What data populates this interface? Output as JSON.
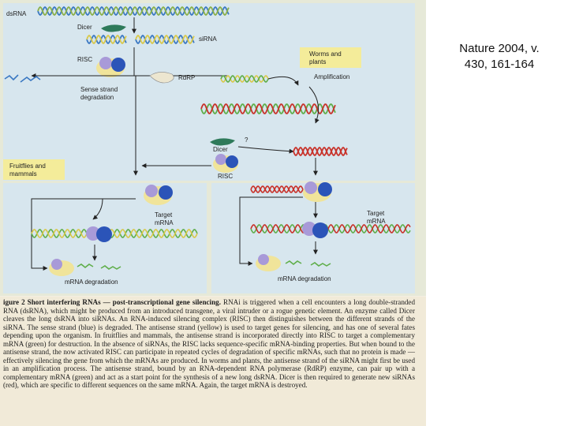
{
  "citation": {
    "line1": "Nature 2004, v.",
    "line2": "430, 161-164"
  },
  "diagram": {
    "labels": {
      "dsrna": "dsRNA",
      "dicer": "Dicer",
      "sirna": "siRNA",
      "risc": "RISC",
      "rdrp": "RdRP",
      "sense_strand_degradation_line1": "Sense strand",
      "sense_strand_degradation_line2": "degradation",
      "worms_plants_line1": "Worms and",
      "worms_plants_line2": "plants",
      "amplification": "Amplification",
      "dicer_lower": "Dicer",
      "question": "?",
      "risc_lower": "RISC",
      "fruitflies_line1": "Fruitflies and",
      "fruitflies_line2": "mammals",
      "target_mrna_left_line1": "Target",
      "target_mrna_left_line2": "mRNA",
      "target_mrna_right_line1": "Target",
      "target_mrna_right_line2": "mRNA",
      "mrna_degradation_left": "mRNA degradation",
      "mrna_degradation_right": "mRNA degradation"
    },
    "colors": {
      "panel": "#d7e6ee",
      "sense_strand": "#3a78c2",
      "antisense_strand": "#d8c84a",
      "target_mrna": "#5fae4a",
      "new_sirna": "#c8322a",
      "risc_blue": "#2b54b8",
      "risc_purple": "#a89ad8",
      "label_box": "#f4ec9a"
    }
  },
  "caption": {
    "lead": "igure 2 Short interfering RNAs — post-transcriptional gene silencing.",
    "body": " RNAi is triggered when a cell encounters a long double-stranded RNA (dsRNA), which might be produced from an introduced transgene, a viral intruder or a rogue genetic element. An enzyme called Dicer cleaves the long dsRNA into siRNAs. An RNA-induced silencing complex (RISC) then distinguishes between the different strands of the siRNA. The sense strand (blue) is degraded. The antisense strand (yellow) is used to target genes for silencing, and has one of several fates depending upon the organism. In fruitflies and mammals, the antisense strand is incorporated directly into RISC to target a complementary mRNA (green) for destruction. In the absence of siRNAs, the RISC lacks sequence-specific mRNA-binding properties. But when bound to the antisense strand, the now activated RISC can participate in repeated cycles of degradation of specific mRNAs, such that no protein is made — effectively silencing the gene from which the mRNAs are produced. In worms and plants, the antisense strand of the siRNA might first be used in an amplification process. The antisense strand, bound by an RNA-dependent RNA polymerase (RdRP) enzyme, can pair up with a complementary mRNA (green) and act as a start point for the synthesis of a new long dsRNA. Dicer is then required to generate new siRNAs (red), which are specific to different sequences on the same mRNA. Again, the target mRNA is destroyed."
  }
}
